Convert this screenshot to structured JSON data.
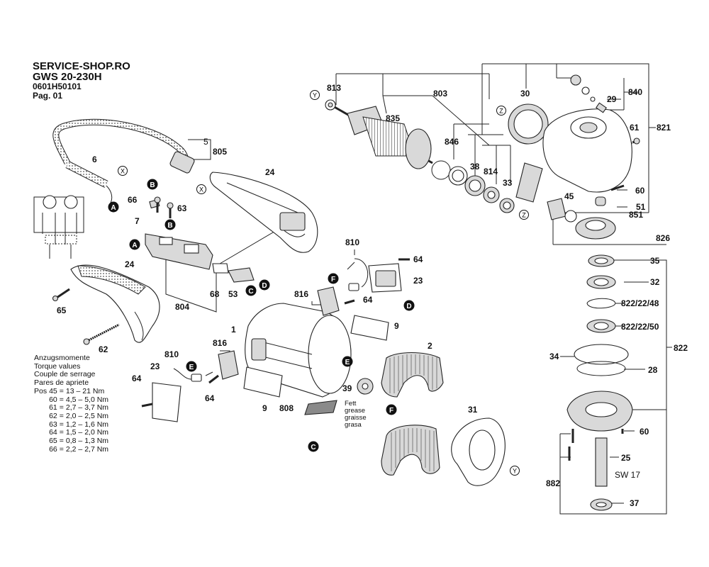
{
  "header": {
    "shop": "SERVICE-SHOP.RO",
    "model": "GWS 20-230H",
    "code": "0601H50101",
    "page": "Pag. 01"
  },
  "torque": {
    "titles": [
      "Anzugsmomente",
      "Torque values",
      "Couple de serrage",
      "Pares de apriete"
    ],
    "pos_label": "Pos",
    "rows": [
      {
        "pos": "45",
        "eq": "=",
        "range": "13 – 21 Nm"
      },
      {
        "pos": "60",
        "eq": "=",
        "range": "4,5 – 5,0 Nm"
      },
      {
        "pos": "61",
        "eq": "=",
        "range": "2,7 – 3,7 Nm"
      },
      {
        "pos": "62",
        "eq": "=",
        "range": "2,0 – 2,5 Nm"
      },
      {
        "pos": "63",
        "eq": "=",
        "range": "1,2 – 1,6 Nm"
      },
      {
        "pos": "64",
        "eq": "=",
        "range": "1,5 – 2,0 Nm"
      },
      {
        "pos": "65",
        "eq": "=",
        "range": "0,8 – 1,3 Nm"
      },
      {
        "pos": "66",
        "eq": "=",
        "range": "2,2 – 2,7 Nm"
      }
    ]
  },
  "grease_note": [
    "Fett",
    "grease",
    "graisse",
    "grasa"
  ],
  "wrench": "SW 17",
  "callouts": {
    "a": "A",
    "b": "B",
    "c": "C",
    "d": "D",
    "e": "E",
    "f": "F",
    "x": "X",
    "y": "Y",
    "z": "Z"
  },
  "parts": {
    "p813": "813",
    "p803": "803",
    "p835": "835",
    "p846": "846",
    "p38": "38",
    "p814": "814",
    "p33": "33",
    "p30": "30",
    "p840": "840",
    "p29": "29",
    "p821": "821",
    "p61": "61",
    "p60a": "60",
    "p51": "51",
    "p851": "851",
    "p45": "45",
    "p826": "826",
    "p35": "35",
    "p32": "32",
    "p822_48": "822/22/48",
    "p822_50": "822/22/50",
    "p822": "822",
    "p34": "34",
    "p28": "28",
    "p60b": "60",
    "p25": "25",
    "p882": "882",
    "p37": "37",
    "p5": "5",
    "p805": "805",
    "p6": "6",
    "p24a": "24",
    "p66": "66",
    "p63": "63",
    "p7": "7",
    "p68": "68",
    "p53": "53",
    "p804": "804",
    "p24b": "24",
    "p65": "65",
    "p62": "62",
    "p810a": "810",
    "p64a": "64",
    "p23a": "23",
    "p816a": "816",
    "p64b": "64",
    "p9a": "9",
    "p1": "1",
    "p2": "2",
    "p39": "39",
    "p816b": "816",
    "p810b": "810",
    "p23b": "23",
    "p64c": "64",
    "p64d": "64",
    "p9b": "9",
    "p808": "808",
    "p31": "31"
  }
}
